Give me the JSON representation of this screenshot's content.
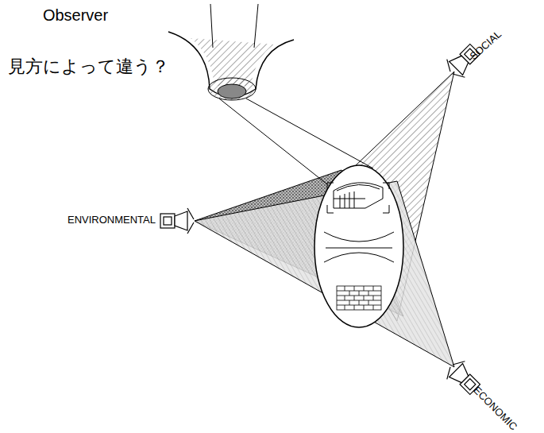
{
  "diagram": {
    "labels": [
      "Observer",
      "見方によって違う？",
      "ENVIRONMENTAL",
      "SOCIAL",
      "ECONOMIC"
    ]
  }
}
